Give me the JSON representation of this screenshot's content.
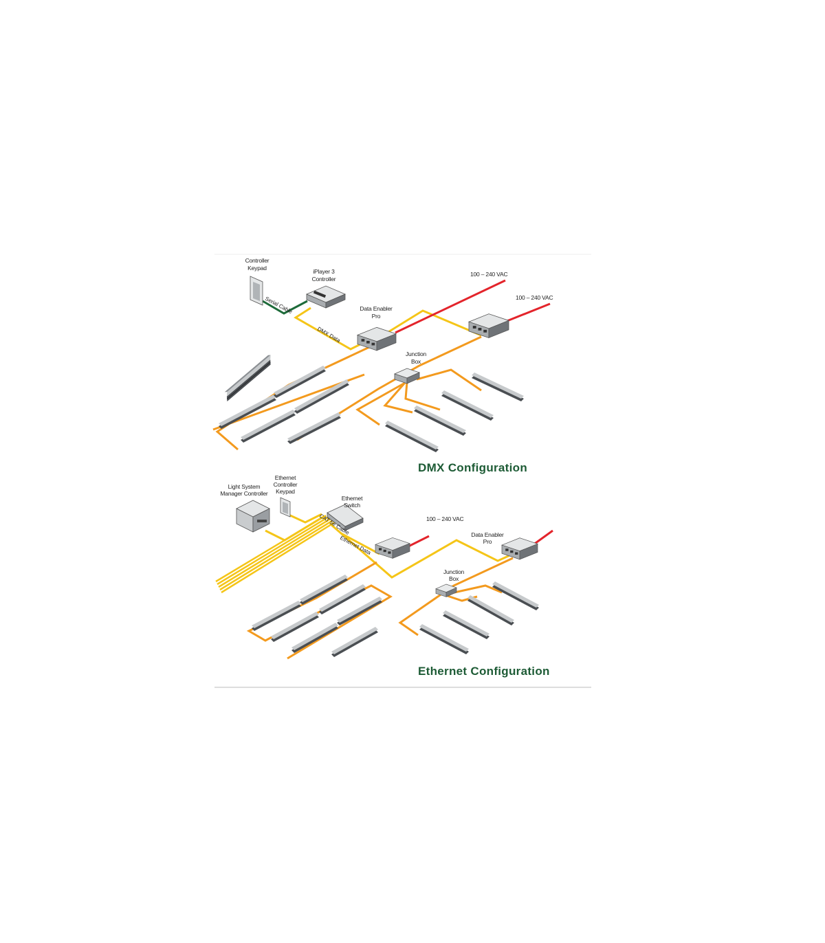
{
  "dmx": {
    "labels": {
      "controller_keypad_1": "Controller",
      "controller_keypad_2": "Keypad",
      "iplayer_1": "iPlayer 3",
      "iplayer_2": "Controller",
      "data_enabler_1": "Data Enabler",
      "data_enabler_2": "Pro",
      "junction_1": "Junction",
      "junction_2": "Box",
      "vac_1": "100 – 240 VAC",
      "vac_2": "100 – 240 VAC",
      "serial_cable": "Serial Cable",
      "dmx_data": "DMX Data"
    },
    "title": "DMX Configuration"
  },
  "ethernet": {
    "labels": {
      "lsm_1": "Light System",
      "lsm_2": "Manager Controller",
      "eck_1": "Ethernet",
      "eck_2": "Controller",
      "eck_3": "Keypad",
      "switch_1": "Ethernet",
      "switch_2": "Switch",
      "cat5": "CAT 5e Cable",
      "ethernet_data": "Ethernet Data",
      "vac": "100 – 240 VAC",
      "data_enabler_1": "Data Enabler",
      "data_enabler_2": "Pro",
      "junction_1": "Junction",
      "junction_2": "Box"
    },
    "title": "Ethernet Configuration"
  },
  "colors": {
    "power_cable": "#e3242b",
    "data_cable": "#f5c518",
    "fixture_cable": "#f39a1e",
    "serial_cable": "#1e6b3a",
    "title": "#1d5b35",
    "device": "#cfd2d4",
    "device_dark": "#6c7074"
  }
}
